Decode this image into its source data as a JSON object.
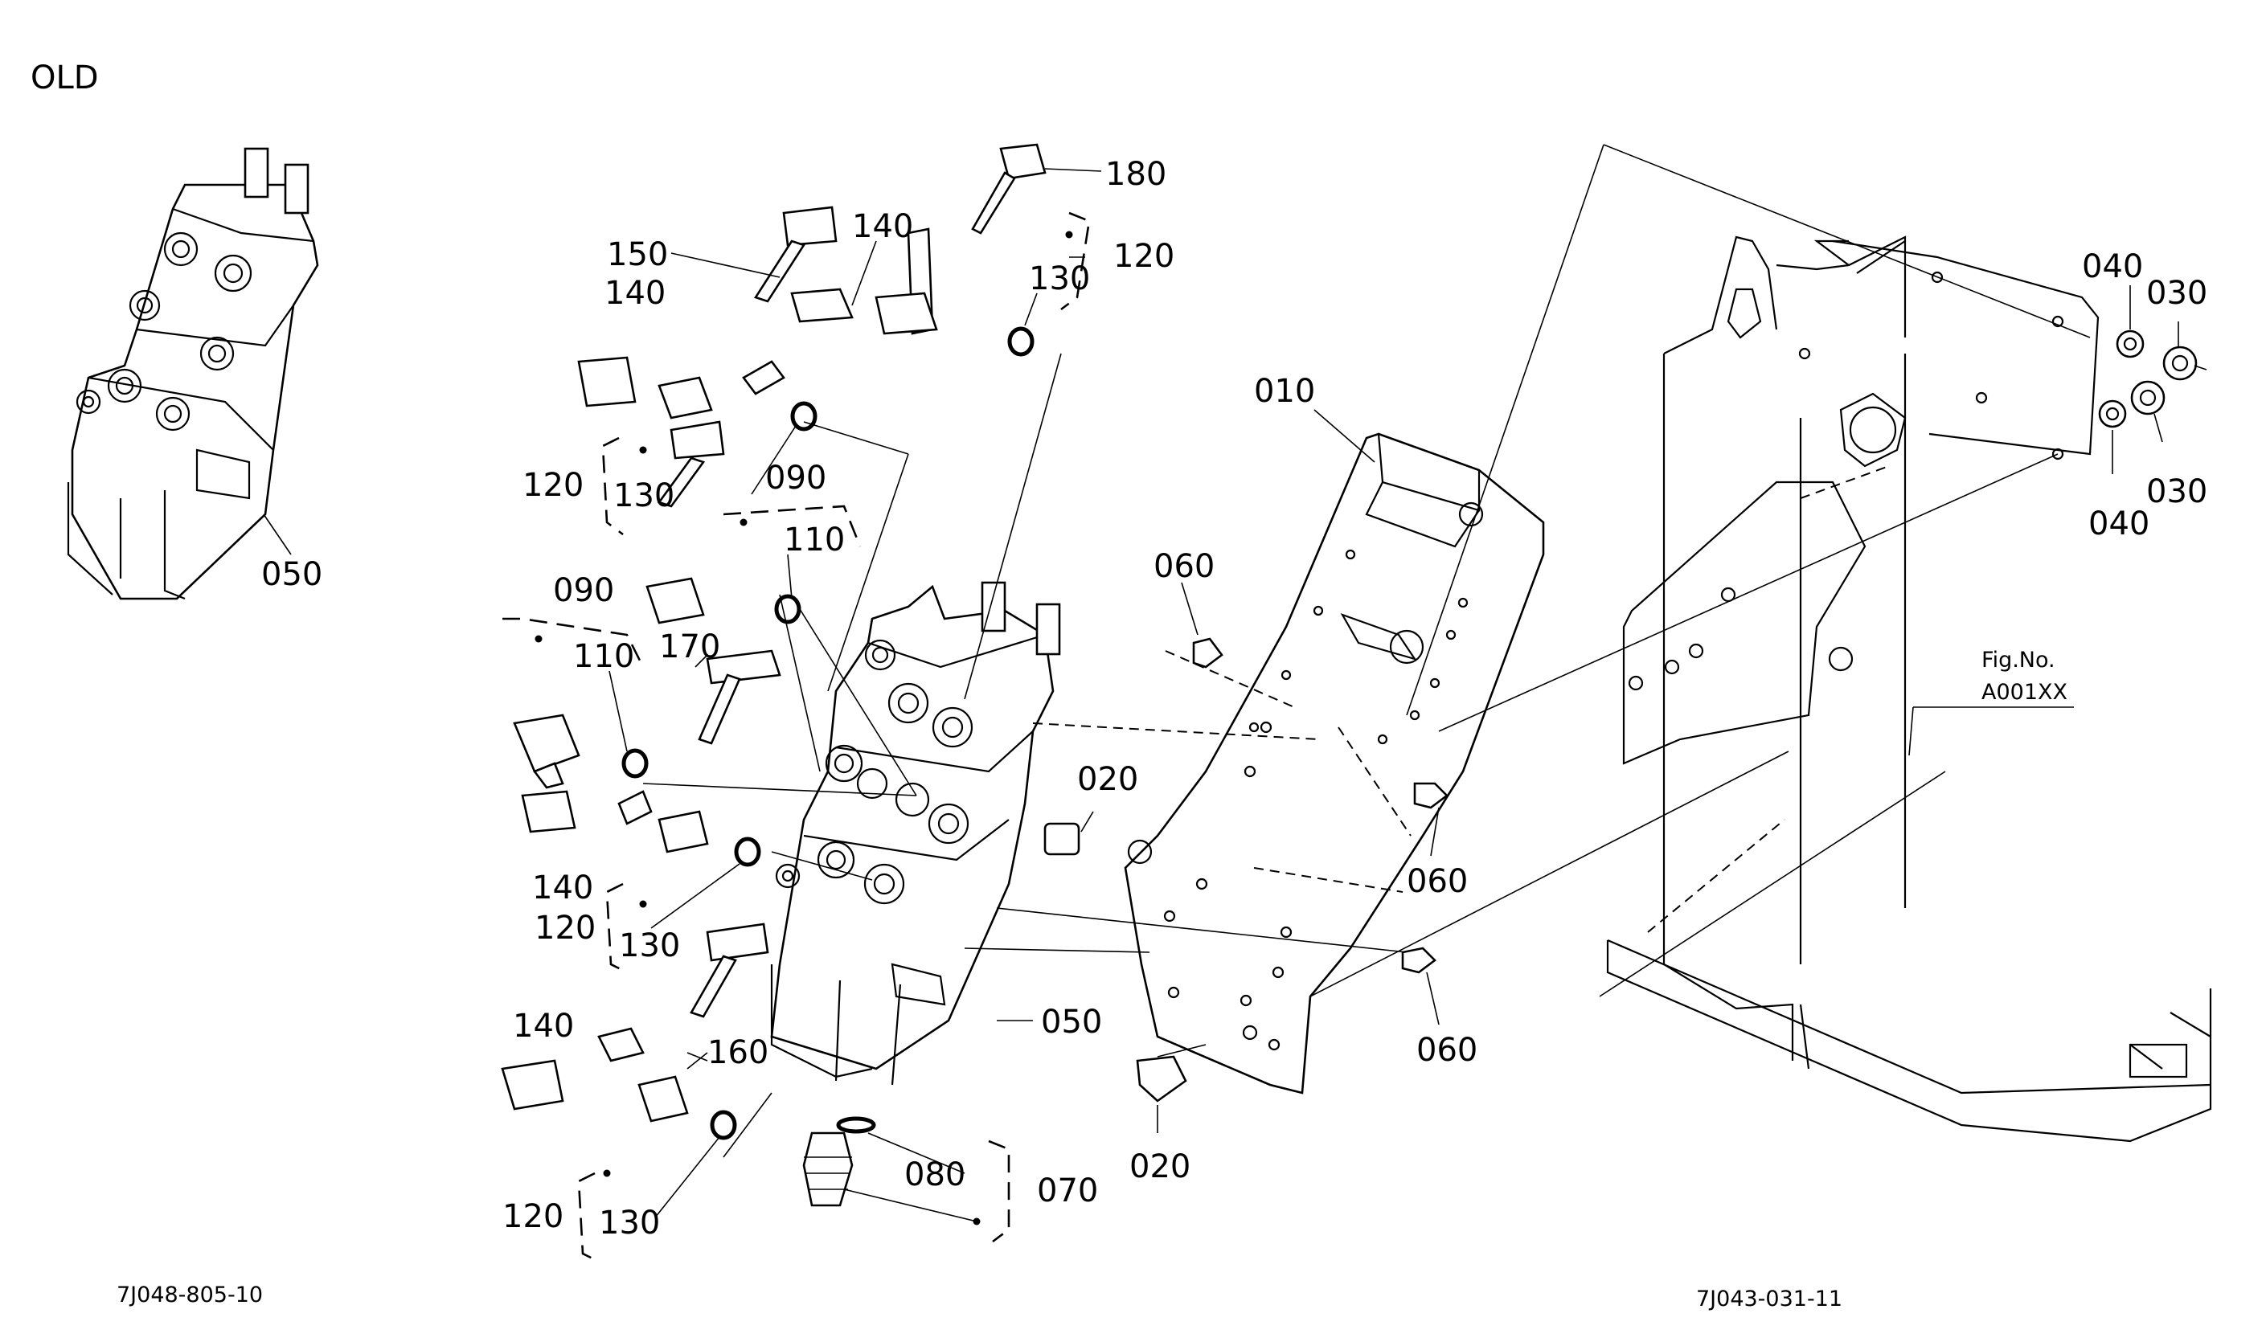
{
  "figure": {
    "variant_label": "OLD",
    "code_left": "7J048-805-10",
    "code_right": "7J043-031-11",
    "fig_ref": {
      "line1": "Fig.No.",
      "line2": "A001XX"
    }
  },
  "callouts": {
    "p180": "180",
    "p150": "150",
    "p140a": "140",
    "p140b": "140",
    "p130a": "130",
    "p120a": "120",
    "p120b": "120",
    "p130b": "130",
    "p090a": "090",
    "p110a": "110",
    "p090b": "090",
    "p110b": "110",
    "p170": "170",
    "p140c": "140",
    "p120c": "120",
    "p130c": "130",
    "p140d": "140",
    "p160": "160",
    "p120d": "120",
    "p130d": "130",
    "p080": "080",
    "p070": "070",
    "p050a": "050",
    "p050b": "050",
    "p010": "010",
    "p060a": "060",
    "p060b": "060",
    "p060c": "060",
    "p020a": "020",
    "p020b": "020",
    "p040a": "040",
    "p030a": "030",
    "p040b": "040",
    "p030b": "030"
  }
}
